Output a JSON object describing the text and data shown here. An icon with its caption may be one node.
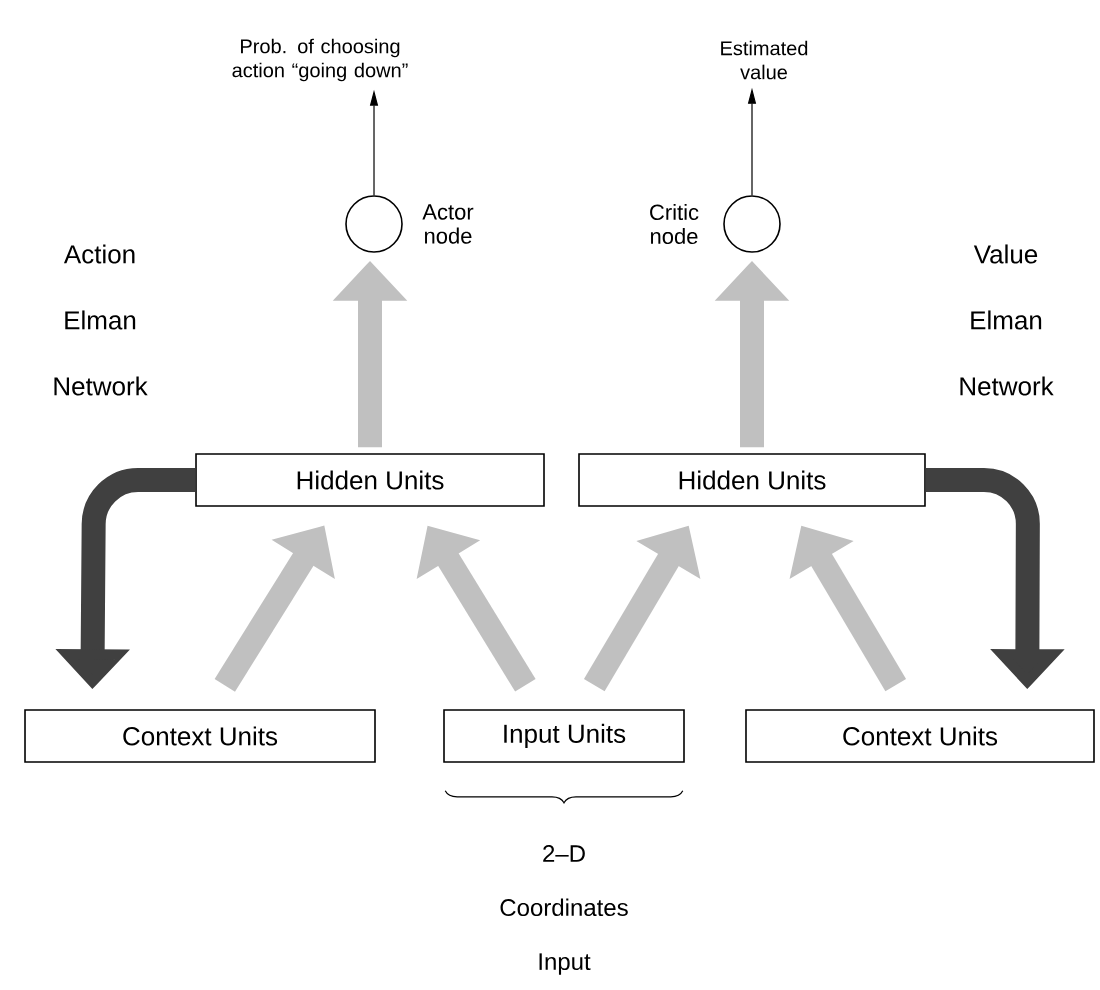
{
  "diagram": {
    "nodes": [
      {
        "text": [
          "Prob. of choosing action “going down”"
        ]
      },
      {
        "text": [],
        "shape": "circle",
        "beside": [
          "Actor node"
        ]
      },
      {
        "text": [
          "Estimated value"
        ]
      },
      {
        "text": [],
        "shape": "circle",
        "beside": [
          "Critic node"
        ]
      },
      {
        "text": [
          "Hidden Units"
        ]
      },
      {
        "text": [
          "Hidden Units"
        ]
      },
      {
        "text": [
          "Context Units"
        ]
      },
      {
        "text": [
          "Input Units"
        ]
      },
      {
        "text": [
          "Context Units"
        ]
      }
    ],
    "edges": [
      {
        "from": 1,
        "to": 0,
        "arrow": "to",
        "color": "#000000"
      },
      {
        "from": 3,
        "to": 2,
        "arrow": "to",
        "color": "#000000"
      },
      {
        "from": 4,
        "to": 1,
        "arrow": "to",
        "color": "#c0c0c0"
      },
      {
        "from": 5,
        "to": 3,
        "arrow": "to",
        "color": "#c0c0c0"
      },
      {
        "from": 4,
        "to": 6,
        "arrow": "to",
        "color": "#404040"
      },
      {
        "from": 5,
        "to": 8,
        "arrow": "to",
        "color": "#404040"
      },
      {
        "from": 6,
        "to": 4,
        "arrow": "to",
        "color": "#c0c0c0"
      },
      {
        "from": 7,
        "to": 4,
        "arrow": "to",
        "color": "#c0c0c0"
      },
      {
        "from": 7,
        "to": 5,
        "arrow": "to",
        "color": "#c0c0c0"
      },
      {
        "from": 8,
        "to": 5,
        "arrow": "to",
        "color": "#c0c0c0"
      }
    ],
    "labels": [
      "Action Elman Network",
      "Value Elman Network",
      "2–D Coordinates Input"
    ]
  }
}
